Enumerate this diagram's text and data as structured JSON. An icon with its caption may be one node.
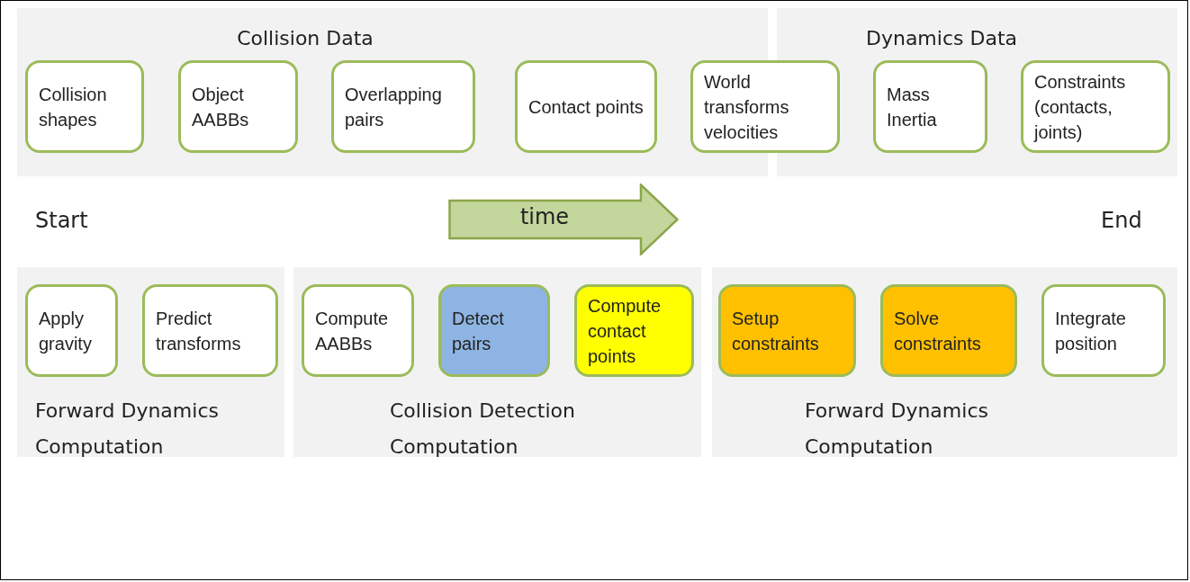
{
  "diagram": {
    "nodes": [
      {
        "text": [
          "Collision Data"
        ]
      },
      {
        "text": [
          "Collision shapes"
        ],
        "in": 0
      },
      {
        "text": [
          "Object AABBs"
        ],
        "in": 0
      },
      {
        "text": [
          "Overlapping pairs"
        ],
        "in": 0
      },
      {
        "text": [
          "Contact points"
        ],
        "in": 0
      },
      {
        "text": [
          "World transforms velocities"
        ]
      },
      {
        "text": [
          "Dynamics Data"
        ]
      },
      {
        "text": [
          "Mass Inertia"
        ],
        "in": 6
      },
      {
        "text": [
          "Constraints (contacts, joints)"
        ],
        "in": 6
      },
      {
        "text": [
          "time"
        ]
      },
      {
        "text": [
          "Forward Dynamics Computation"
        ]
      },
      {
        "text": [
          "Apply gravity"
        ],
        "in": 10
      },
      {
        "text": [
          "Predict transforms"
        ],
        "in": 10
      },
      {
        "text": [
          "Collision Detection Computation"
        ]
      },
      {
        "text": [
          "Compute AABBs"
        ],
        "in": 13
      },
      {
        "text": [
          "Detect pairs"
        ],
        "in": 13
      },
      {
        "text": [
          "Compute contact points"
        ],
        "in": 13
      },
      {
        "text": [
          "Forward Dynamics Computation"
        ]
      },
      {
        "text": [
          "Setup constraints"
        ],
        "in": 17
      },
      {
        "text": [
          "Solve constraints"
        ],
        "in": 17
      },
      {
        "text": [
          "Integrate position"
        ],
        "in": 17
      }
    ],
    "edges": [],
    "labels": [
      "Start",
      "End"
    ]
  }
}
